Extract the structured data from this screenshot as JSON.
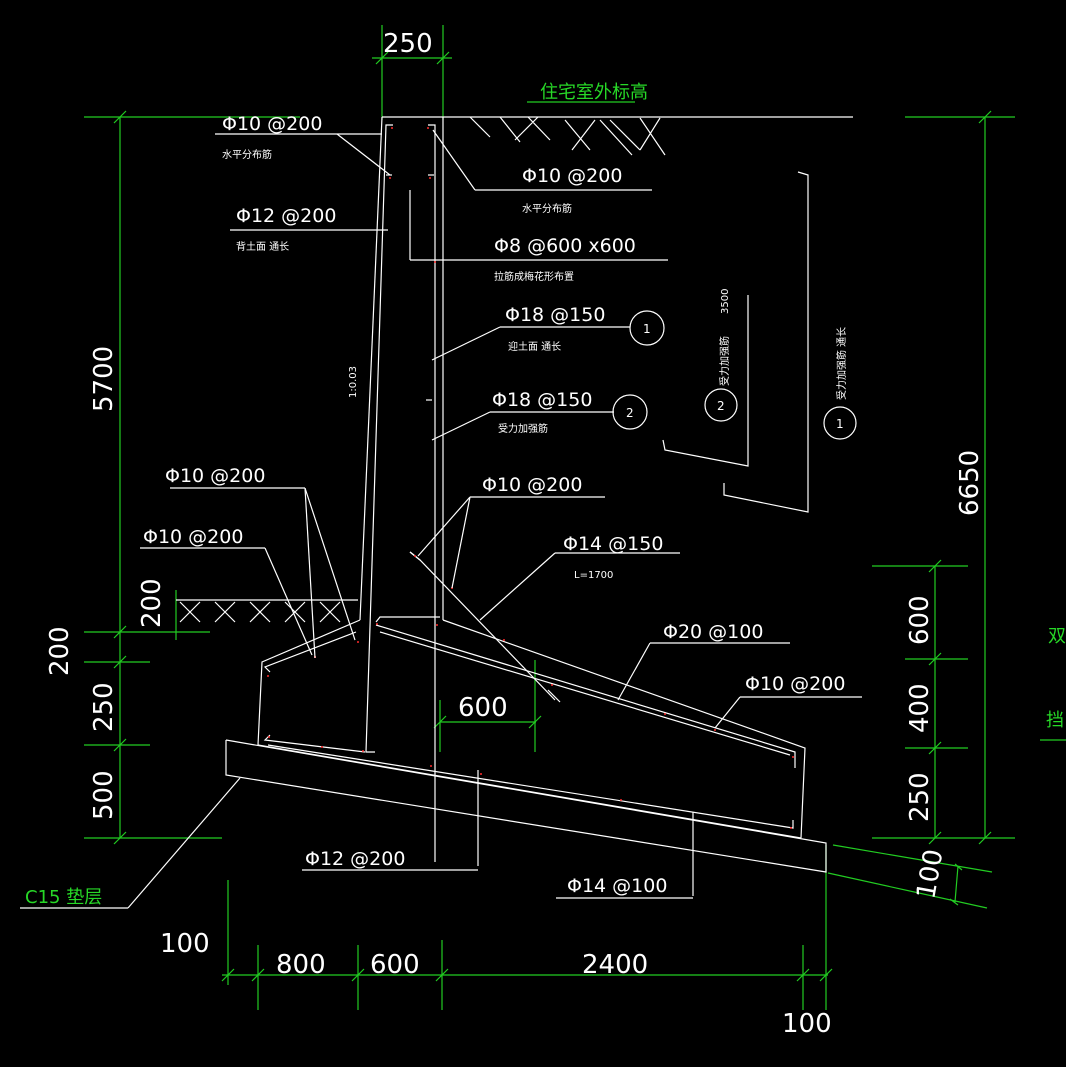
{
  "top": {
    "wall_width": "250",
    "outdoor_level": "住宅室外标高"
  },
  "annotations": {
    "h_dist_bar_back": {
      "rebar": "Φ10 @200",
      "desc": "水平分布筋"
    },
    "h_dist_bar_front": {
      "rebar": "Φ10 @200",
      "desc": "水平分布筋"
    },
    "back_face_bar": {
      "rebar": "Φ12 @200",
      "desc": "背土面 通长"
    },
    "tie_bar": {
      "rebar": "Φ8 @600 x600",
      "desc": "拉筋成梅花形布置"
    },
    "main_bar_1": {
      "rebar": "Φ18 @150",
      "desc": "迎土面 通长",
      "mark": "1"
    },
    "main_bar_2": {
      "rebar": "Φ18 @150",
      "desc": "受力加强筋",
      "mark": "2"
    },
    "slope": "1:0.03",
    "base_left_1": "Φ10 @200",
    "base_left_2": "Φ10 @200",
    "haunch_1": "Φ10 @200",
    "haunch_2": {
      "rebar": "Φ14 @150",
      "desc": "L=1700"
    },
    "heel_top": "Φ20 @100",
    "heel_dist": "Φ10 @200",
    "base_bottom_1": "Φ12 @200",
    "base_bottom_2": "Φ14 @100",
    "cushion": "C15 垫层"
  },
  "bar_detail": {
    "len_2": "3500",
    "desc_2": "受力加强筋",
    "mark_2": "2",
    "desc_1": "受力加强筋  通长",
    "mark_1": "1"
  },
  "dimensions": {
    "left_total": "5700",
    "left_200a": "200",
    "left_200b": "200",
    "left_250": "250",
    "left_500": "500",
    "right_total": "6650",
    "right_600": "600",
    "right_400": "400",
    "right_250": "250",
    "bottom_100_left": "100",
    "bottom_800": "800",
    "bottom_600": "600",
    "bottom_2400": "2400",
    "bottom_100_right": "100",
    "inner_600": "600",
    "cushion_100": "100"
  },
  "edge_labels": {
    "cut_1": "双",
    "cut_2": "挡"
  },
  "colors": {
    "background": "#000000",
    "lines": "#ffffff",
    "dimension_lines": "#22cc22",
    "rebar_marks": "#ff2a2a",
    "green_text": "#27d827"
  }
}
